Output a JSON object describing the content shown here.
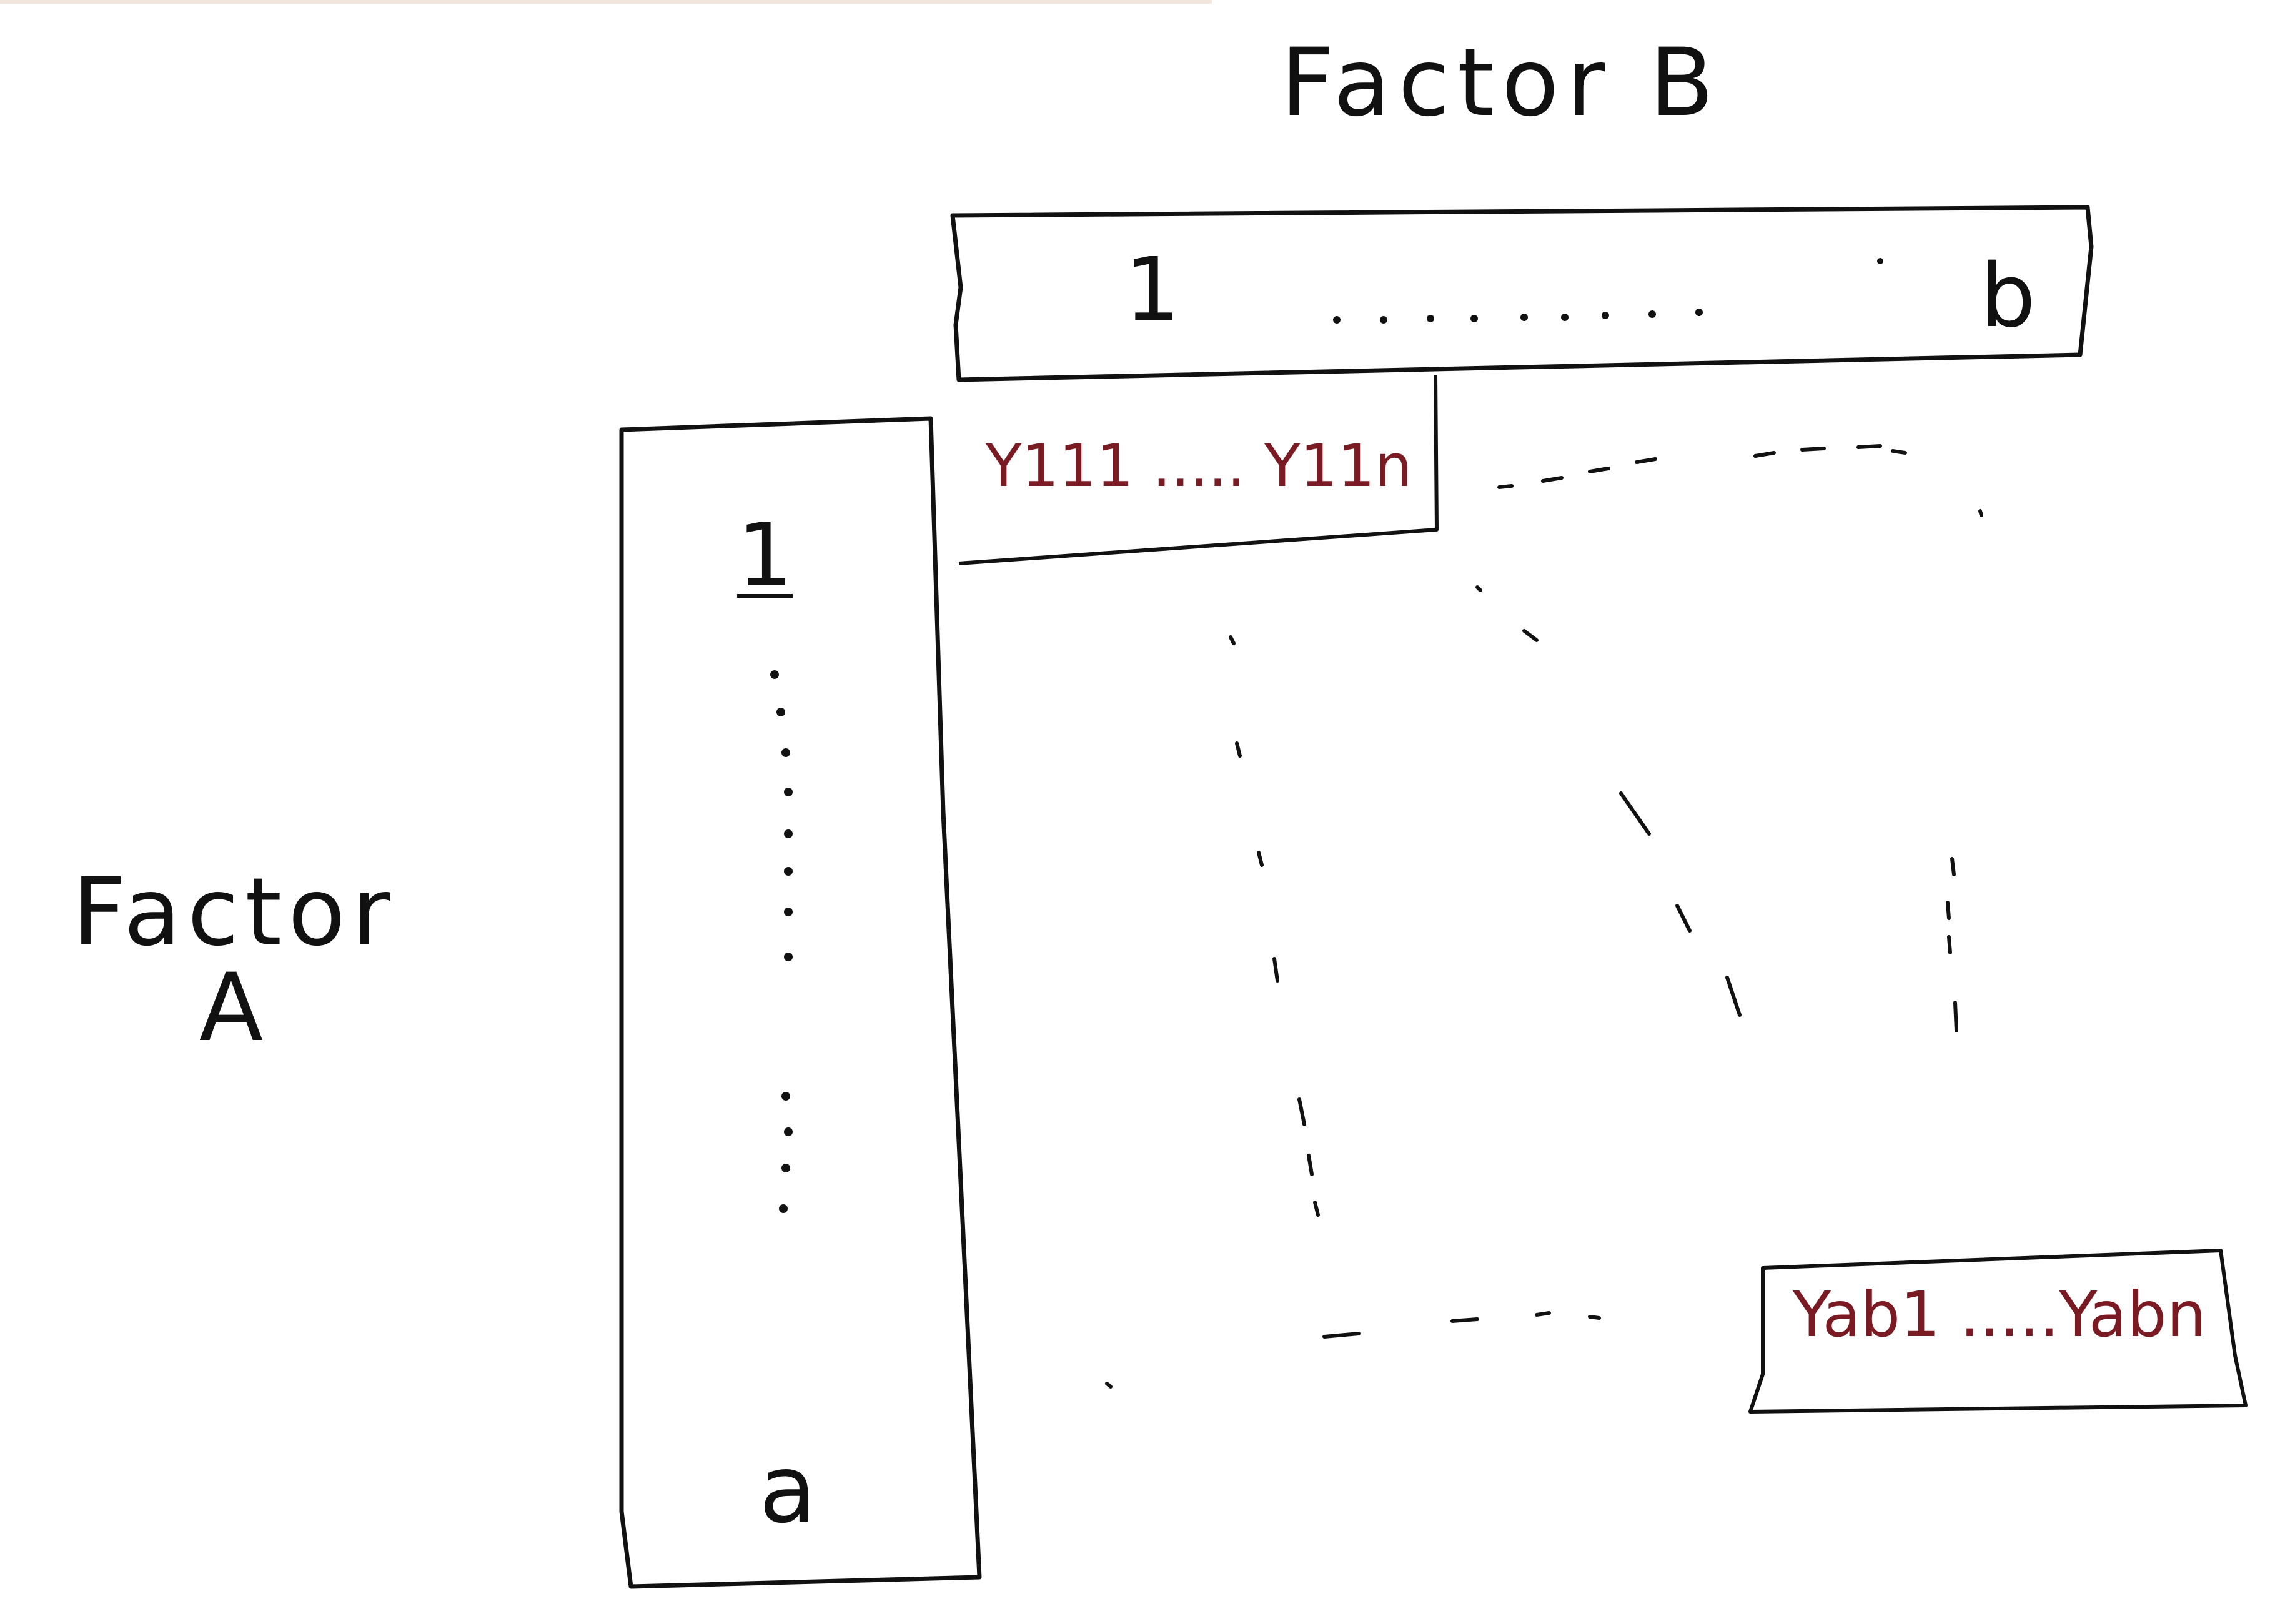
{
  "factor_b": {
    "title": "Factor B",
    "first_level": "1",
    "last_level": "b"
  },
  "factor_a": {
    "title": "Factor A",
    "first_level": "1",
    "last_level": "a"
  },
  "cells": {
    "first_cell": "Y111 ..... Y11n",
    "last_cell": "Yab1 .....Yabn"
  },
  "colors": {
    "ink": "#111111",
    "cell_text": "#7a1a22",
    "background": "#ffffff"
  }
}
